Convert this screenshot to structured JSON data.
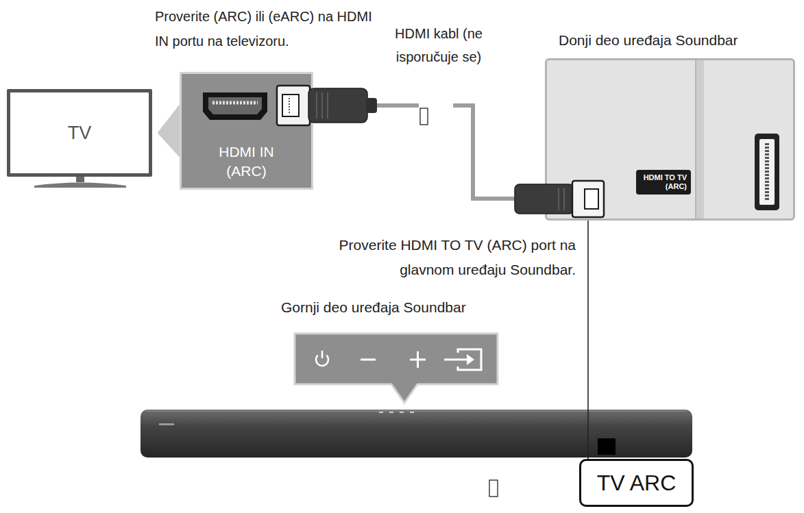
{
  "diagram": {
    "nodes": [
      {
        "text": [
          "TV"
        ]
      },
      {
        "text": [
          "HDMI IN (ARC)"
        ]
      },
      {
        "text": [
          "Donji deo uređaja Soundbar",
          "HDMI TO TV (ARC)"
        ]
      },
      {
        "text": [
          "TV ARC"
        ]
      }
    ],
    "edges": [
      {
        "from": 0,
        "to": 1,
        "arrow": "none"
      },
      {
        "from": 1,
        "to": 2,
        "label": "HDMI kabl (ne isporučuje se)",
        "arrow": "none"
      },
      {
        "from": 3,
        "to": 2,
        "arrow": "none"
      }
    ],
    "labels": [
      "Proverite (ARC) ili (eARC) na HDMI IN portu na televizoru.",
      "Proverite HDMI TO TV (ARC) port na glavnom uređaju Soundbar.",
      "Gornji deo uređaja Soundbar"
    ]
  }
}
